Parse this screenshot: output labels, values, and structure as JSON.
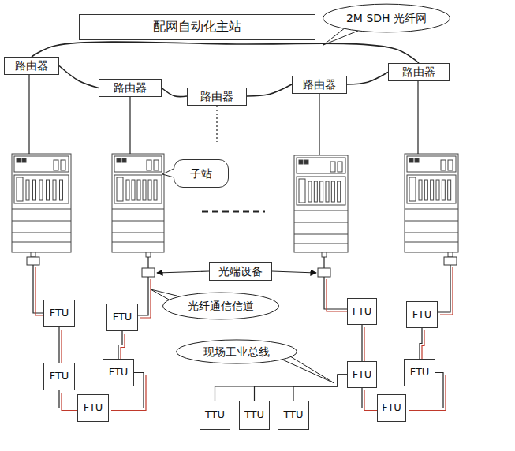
{
  "diagram": {
    "nodes": [
      {
        "text": [
          "配网自动化主站"
        ]
      },
      {
        "text": [
          "2M SDH 光纤网"
        ]
      },
      {
        "text": [
          "路由器"
        ]
      },
      {
        "text": [
          "路由器"
        ]
      },
      {
        "text": [
          "路由器"
        ]
      },
      {
        "text": [
          "路由器"
        ]
      },
      {
        "text": [
          "路由器"
        ]
      },
      {
        "text": [
          "子站"
        ]
      },
      {
        "text": [
          "光端设备"
        ]
      },
      {
        "text": [
          "FTU"
        ]
      },
      {
        "text": [
          "FTU"
        ]
      },
      {
        "text": [
          "光纤通信信道"
        ]
      },
      {
        "text": [
          "FTU"
        ]
      },
      {
        "text": [
          "FTU"
        ]
      },
      {
        "text": [
          "现场工业总线"
        ]
      },
      {
        "text": [
          "FTU"
        ]
      },
      {
        "text": [
          "FTU"
        ]
      },
      {
        "text": [
          "FTU"
        ]
      },
      {
        "text": [
          "FTU"
        ]
      },
      {
        "text": [
          "FTU"
        ]
      },
      {
        "text": [
          "FTU"
        ]
      },
      {
        "text": [
          "TTU"
        ]
      },
      {
        "text": [
          "TTU"
        ]
      },
      {
        "text": [
          "TTU"
        ]
      }
    ],
    "edges": [
      {
        "from": 2,
        "to": 3,
        "arrow": "none"
      },
      {
        "from": 3,
        "to": 4,
        "arrow": "none"
      },
      {
        "from": 4,
        "to": 5,
        "arrow": "none"
      },
      {
        "from": 5,
        "to": 6,
        "arrow": "none"
      },
      {
        "from": 2,
        "to": 6,
        "arrow": "none"
      },
      {
        "from": 9,
        "to": 15,
        "arrow": "none"
      },
      {
        "from": 15,
        "to": 19,
        "arrow": "none"
      },
      {
        "from": 19,
        "to": 16,
        "arrow": "none"
      },
      {
        "from": 16,
        "to": 10,
        "arrow": "none"
      },
      {
        "from": 12,
        "to": 17,
        "arrow": "none"
      },
      {
        "from": 17,
        "to": 20,
        "arrow": "none"
      },
      {
        "from": 20,
        "to": 18,
        "arrow": "none"
      },
      {
        "from": 18,
        "to": 13,
        "arrow": "none"
      },
      {
        "from": 21,
        "to": 17,
        "arrow": "none"
      },
      {
        "from": 22,
        "to": 17,
        "arrow": "none"
      },
      {
        "from": 23,
        "to": 17,
        "arrow": "none"
      }
    ]
  }
}
